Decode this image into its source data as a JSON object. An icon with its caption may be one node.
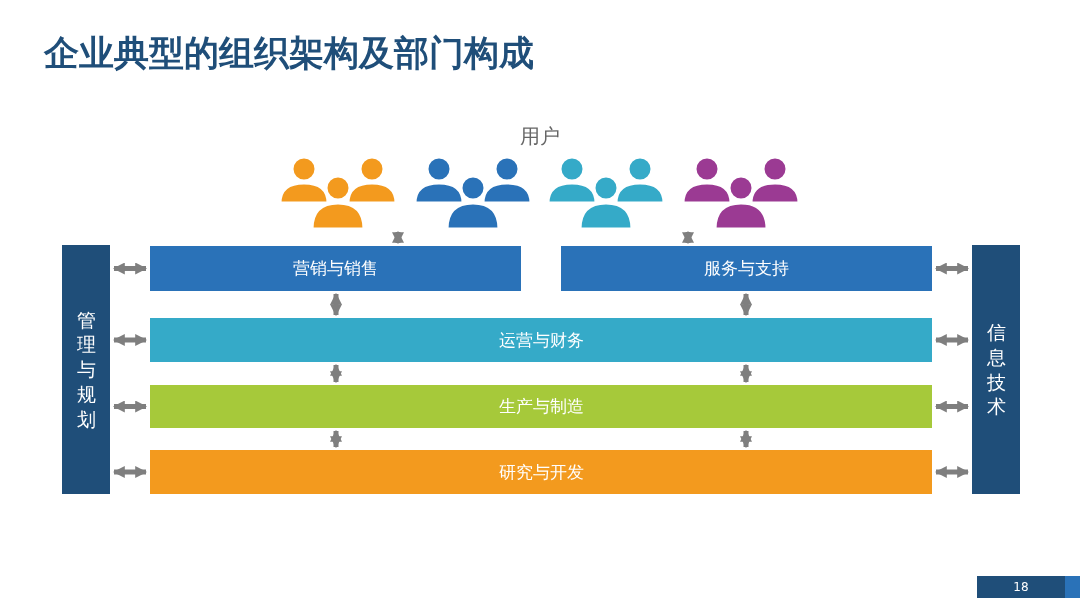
{
  "diagram": {
    "title": "企业典型的组织架构及部门构成",
    "nodes": [
      {
        "text": [
          "用户"
        ]
      },
      {
        "text": [],
        "shape": "person"
      },
      {
        "text": [],
        "shape": "person"
      },
      {
        "text": [],
        "shape": "person"
      },
      {
        "text": [],
        "shape": "person"
      },
      {
        "text": [
          "管理与规划"
        ]
      },
      {
        "text": [
          "营销与销售"
        ]
      },
      {
        "text": [
          "服务与支持"
        ]
      },
      {
        "text": [
          "运营与财务"
        ]
      },
      {
        "text": [
          "生产与制造"
        ]
      },
      {
        "text": [
          "研究与开发"
        ]
      },
      {
        "text": [
          "信息技术"
        ]
      }
    ],
    "edges": [
      {
        "from": 1,
        "to": 6,
        "arrow": "both"
      },
      {
        "from": 4,
        "to": 7,
        "arrow": "both"
      },
      {
        "from": 6,
        "to": 8,
        "arrow": "both"
      },
      {
        "from": 7,
        "to": 8,
        "arrow": "both"
      },
      {
        "from": 8,
        "to": 9,
        "arrow": "both"
      },
      {
        "from": 8,
        "to": 9,
        "arrow": "both"
      },
      {
        "from": 9,
        "to": 10,
        "arrow": "both"
      },
      {
        "from": 9,
        "to": 10,
        "arrow": "both"
      },
      {
        "from": 5,
        "to": 6,
        "arrow": "both"
      },
      {
        "from": 5,
        "to": 8,
        "arrow": "both"
      },
      {
        "from": 5,
        "to": 9,
        "arrow": "both"
      },
      {
        "from": 5,
        "to": 10,
        "arrow": "both"
      },
      {
        "from": 11,
        "to": 7,
        "arrow": "both"
      },
      {
        "from": 11,
        "to": 8,
        "arrow": "both"
      },
      {
        "from": 11,
        "to": 9,
        "arrow": "both"
      },
      {
        "from": 11,
        "to": 10,
        "arrow": "both"
      }
    ],
    "labels": [
      "18"
    ]
  }
}
